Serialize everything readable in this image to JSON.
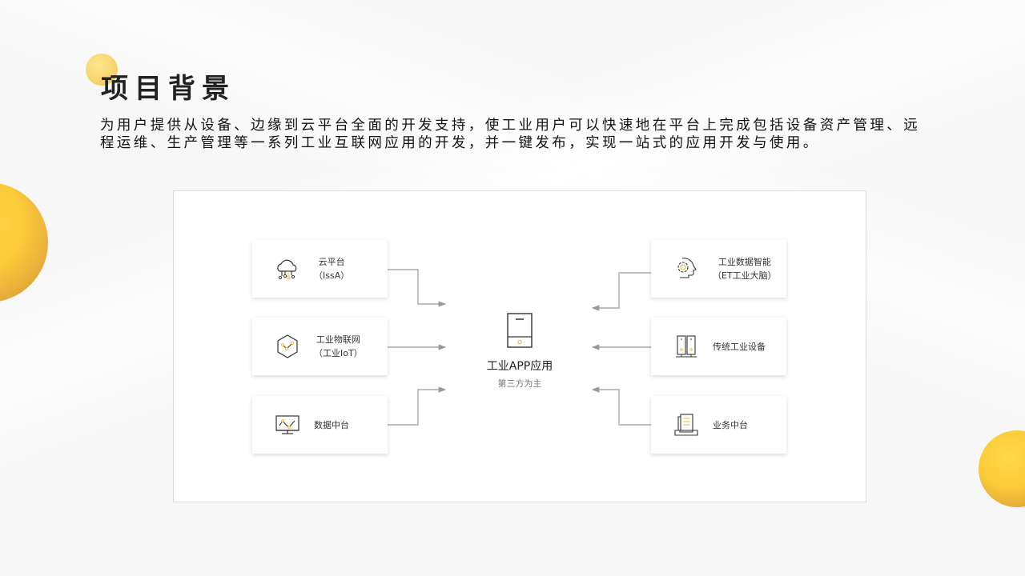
{
  "page": {
    "title": "项目背景",
    "description": "为用户提供从设备、边缘到云平台全面的开发支持，使工业用户可以快速地在平台上完成包括设备资产管理、远程运维、生产管理等一系列工业互联网应用的开发，并一键发布，实现一站式的应用开发与使用。"
  },
  "colors": {
    "accent": "#f5b93a",
    "line": "#999999",
    "text": "#222222"
  },
  "diagram": {
    "center": {
      "icon": "tablet-device-icon",
      "title": "工业APP应用",
      "subtitle": "第三方为主"
    },
    "left_nodes": [
      {
        "icon": "cloud-network-icon",
        "line1": "云平台",
        "line2": "（IssA）"
      },
      {
        "icon": "hexagon-iot-icon",
        "line1": "工业物联网",
        "line2": "（工业IoT）"
      },
      {
        "icon": "monitor-chart-icon",
        "line1": "数据中台",
        "line2": ""
      }
    ],
    "right_nodes": [
      {
        "icon": "brain-gear-icon",
        "line1": "工业数据智能",
        "line2": "（ET工业大脑）"
      },
      {
        "icon": "server-rack-icon",
        "line1": "传统工业设备",
        "line2": ""
      },
      {
        "icon": "document-tray-icon",
        "line1": "业务中台",
        "line2": ""
      }
    ]
  }
}
